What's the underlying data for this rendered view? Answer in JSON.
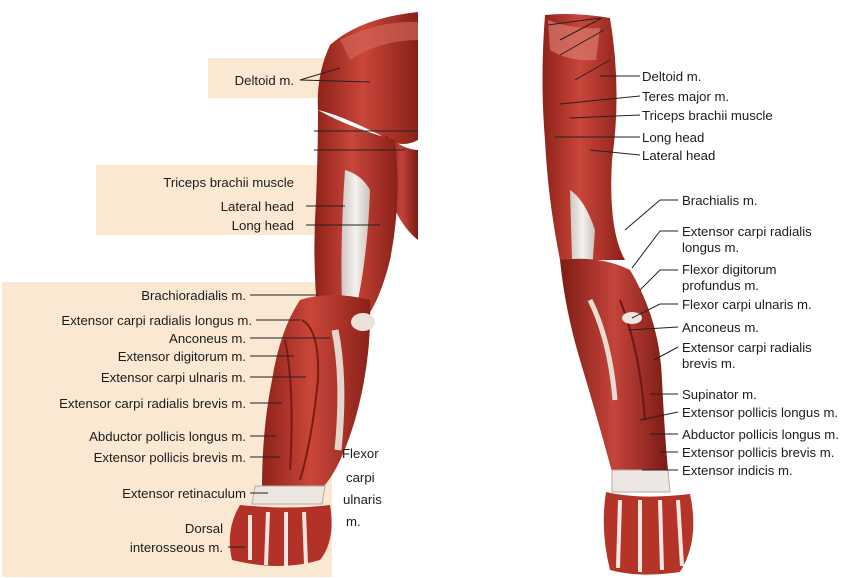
{
  "colors": {
    "label_background": "#fbe8d2",
    "muscle_red": "#b8352a",
    "muscle_dark": "#7c1e17",
    "tendon": "#e9e4df",
    "leader_line": "#222222"
  },
  "left_figure": {
    "labels": {
      "deltoid": "Deltoid m.",
      "triceps": "Triceps brachii muscle",
      "lateral_head": "Lateral head",
      "long_head": "Long head",
      "brachioradialis": "Brachioradialis m.",
      "ecrl": "Extensor carpi radialis longus m.",
      "anconeus": "Anconeus m.",
      "ext_digitorum": "Extensor digitorum m.",
      "ecu": "Extensor carpi ulnaris m.",
      "ecrb": "Extensor carpi radialis brevis m.",
      "apl": "Abductor pollicis longus m.",
      "epb": "Extensor pollicis brevis m.",
      "ext_retinaculum": "Extensor retinaculum",
      "dorsal_line1": "Dorsal",
      "dorsal_line2": "interosseous m.",
      "fcu_line1": "Flexor",
      "fcu_line2": "carpi",
      "fcu_line3": "ulnaris",
      "fcu_line4": "m."
    }
  },
  "right_figure": {
    "labels": {
      "deltoid": "Deltoid m.",
      "teres_major": "Teres major m.",
      "triceps": "Triceps brachii muscle",
      "long_head": "Long head",
      "lateral_head": "Lateral head",
      "brachialis": "Brachialis m.",
      "ecrl_line1": "Extensor carpi radialis",
      "ecrl_line2": "longus m.",
      "fdp_line1": "Flexor digitorum",
      "fdp_line2": "profundus m.",
      "fcu": "Flexor carpi ulnaris m.",
      "anconeus": "Anconeus m.",
      "ecrb_line1": "Extensor carpi radialis",
      "ecrb_line2": "brevis m.",
      "supinator": "Supinator m.",
      "epl": "Extensor pollicis longus m.",
      "apl": "Abductor pollicis longus m.",
      "epb": "Extensor pollicis brevis m.",
      "ext_indicis": "Extensor indicis m."
    }
  }
}
